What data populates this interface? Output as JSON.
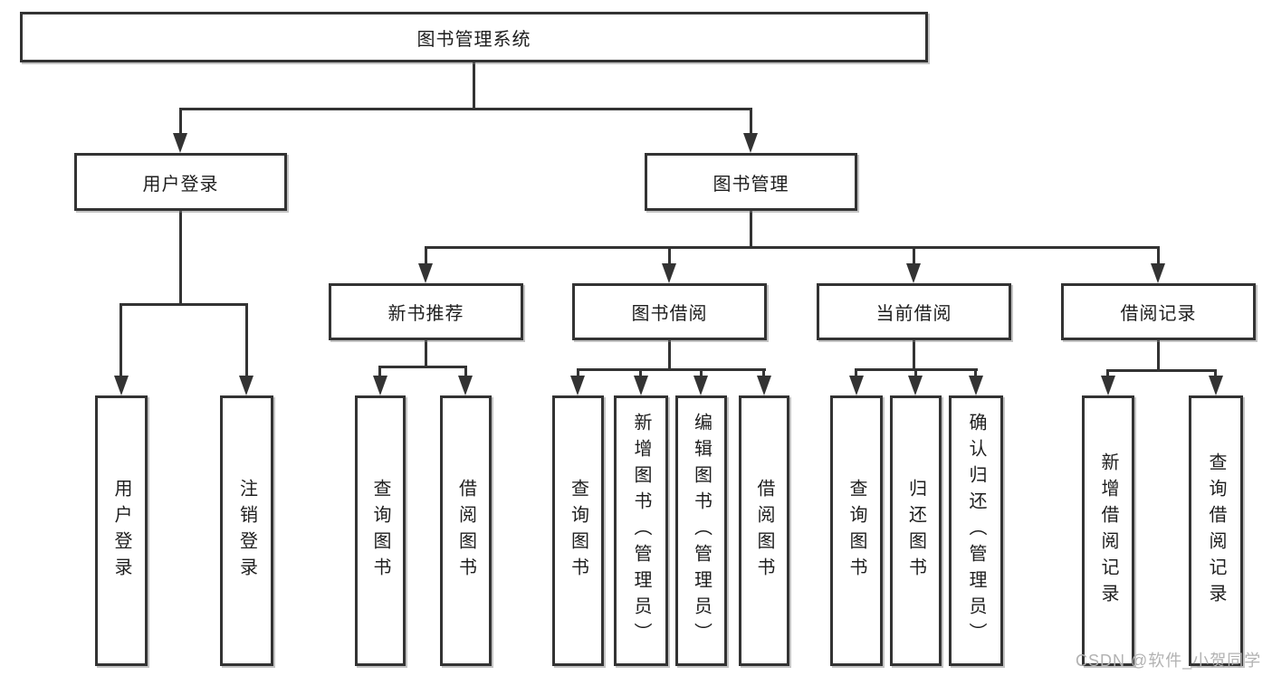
{
  "tree": {
    "root": {
      "label": "图书管理系统"
    },
    "level2": [
      {
        "label": "用户登录",
        "children": [
          {
            "label": "用户登录"
          },
          {
            "label": "注销登录"
          }
        ]
      },
      {
        "label": "图书管理",
        "children": [
          {
            "label": "新书推荐",
            "children": [
              {
                "label": "查询图书"
              },
              {
                "label": "借阅图书"
              }
            ]
          },
          {
            "label": "图书借阅",
            "children": [
              {
                "label": "查询图书"
              },
              {
                "label": "新增图书（管理员）"
              },
              {
                "label": "编辑图书（管理员）"
              },
              {
                "label": "借阅图书"
              }
            ]
          },
          {
            "label": "当前借阅",
            "children": [
              {
                "label": "查询图书"
              },
              {
                "label": "归还图书"
              },
              {
                "label": "确认归还（管理员）"
              }
            ]
          },
          {
            "label": "借阅记录",
            "children": [
              {
                "label": "新增借阅记录"
              },
              {
                "label": "查询借阅记录"
              }
            ]
          }
        ]
      }
    ]
  },
  "watermark": {
    "text": "CSDN @软件_小贺同学"
  },
  "colors": {
    "line": "#333333",
    "box_border": "#333333",
    "box_fill": "#ffffff",
    "text": "#1e1e1e",
    "watermark": "#b2b2b2",
    "background": "#ffffff"
  }
}
